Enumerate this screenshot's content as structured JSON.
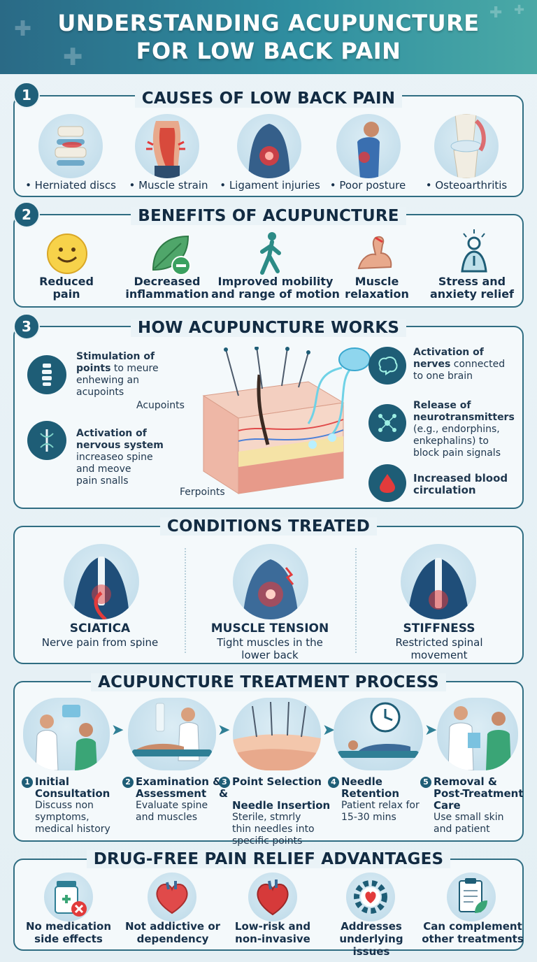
{
  "header": {
    "title_line1": "UNDERSTANDING ACUPUNCTURE",
    "title_line2": "FOR LOW BACK PAIN"
  },
  "section1": {
    "number": "1",
    "title": "CAUSES OF LOW BACK PAIN",
    "items": [
      {
        "label": "• Herniated discs"
      },
      {
        "label": "• Muscle strain"
      },
      {
        "label": "• Ligament injuries"
      },
      {
        "label": "• Poor posture"
      },
      {
        "label": "• Osteoarthritis"
      }
    ]
  },
  "section2": {
    "number": "2",
    "title": "BENEFITS OF ACUPUNCTURE",
    "items": [
      {
        "line1": "Reduced",
        "line2": "pain"
      },
      {
        "line1": "Decreased",
        "line2": "inflammation"
      },
      {
        "line1": "Improved mobility",
        "line2": "and range of motion"
      },
      {
        "line1": "Muscle",
        "line2": "relaxation"
      },
      {
        "line1": "Stress and",
        "line2": "anxiety relief"
      }
    ]
  },
  "section3": {
    "number": "3",
    "title": "HOW ACUPUNCTURE WORKS",
    "left": [
      {
        "bold1": "Stimulation of",
        "bold2": "points",
        "rest2": " to meure",
        "line3": "enhewing an",
        "line4": "acupoints"
      },
      {
        "bold1": "Activation of",
        "bold2": "nervous system",
        "line3": "increaseo spine",
        "line4": "and meove",
        "line5": "pain snalls"
      }
    ],
    "right": [
      {
        "bold1": "Activation of",
        "bold2": "nerves",
        "rest2": " connected",
        "line3": "to one brain"
      },
      {
        "bold1": "Release of",
        "bold2": "neurotransmitters",
        "line3": "(e.g., endorphins,",
        "line4": "enkephalins) to",
        "line5": "block pain signals"
      },
      {
        "bold1": "Increased blood",
        "bold2": "circulation"
      }
    ],
    "callout_acupoints": "Acupoints",
    "callout_ferpoints": "Ferpoints"
  },
  "section4": {
    "title": "CONDITIONS TREATED",
    "items": [
      {
        "name": "SCIATICA",
        "desc1": "Nerve pain from spine",
        "desc2": ""
      },
      {
        "name": "MUSCLE TENSION",
        "desc1": "Tight muscles in the",
        "desc2": "lower back"
      },
      {
        "name": "STIFFNESS",
        "desc1": "Restricted spinal",
        "desc2": "movement"
      }
    ]
  },
  "section5": {
    "title": "ACUPUNCTURE TREATMENT PROCESS",
    "steps": [
      {
        "num": "1",
        "t1": "Initial",
        "t2": "Consultation",
        "d1": "Discuss non",
        "d2": "symptoms,",
        "d3": "medical history"
      },
      {
        "num": "2",
        "t1": "Examination &",
        "t2": "Assessment",
        "d1": "Evaluate spine",
        "d2": "and muscles",
        "d3": ""
      },
      {
        "num": "3",
        "t1": "Point Selection &",
        "t2": "Needle Insertion",
        "d1": "Sterile, stmrly",
        "d2": "thin needles into",
        "d3": "specific points"
      },
      {
        "num": "4",
        "t1": "Needle",
        "t2": "Retention",
        "d1": "Patient relax for",
        "d2": "15-30 mins",
        "d3": ""
      },
      {
        "num": "5",
        "t1": "Removal &",
        "t2": "Post-Treatment",
        "t3": "Care",
        "d1": "Use small skin",
        "d2": "and patient",
        "d3": ""
      }
    ]
  },
  "section6": {
    "title": "DRUG-FREE PAIN RELIEF ADVANTAGES",
    "items": [
      {
        "line1": "No medication",
        "line2": "side effects"
      },
      {
        "line1": "Not addictive or",
        "line2": "dependency"
      },
      {
        "line1": "Low-risk and",
        "line2": "non-invasive"
      },
      {
        "line1": "Addresses",
        "line2": "underlying issues"
      },
      {
        "line1": "Can complement",
        "line2": "other treatments"
      }
    ]
  },
  "colors": {
    "primary": "#1e5d76",
    "accent": "#2f8ea0",
    "pain_red": "#e23b3b",
    "panel_bg": "#f4f9fb"
  }
}
